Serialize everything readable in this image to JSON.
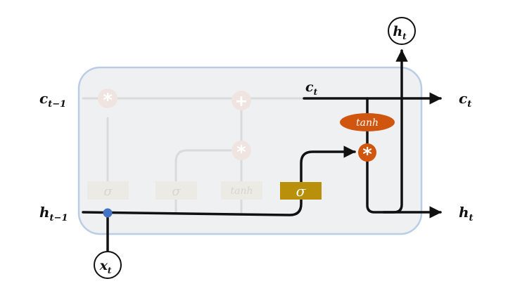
{
  "colors": {
    "cell_fill": "#eef0f2",
    "cell_border": "#b9cde6",
    "line": "#111111",
    "faded_line": "#d9dadb",
    "faded_gate_fill": "#ebeae4",
    "faded_op_fill": "#f0e4e0",
    "active_gate_fill": "#b8900b",
    "active_op_fill": "#d0550f",
    "input_dot": "#4472c4"
  },
  "labels": {
    "c_prev": {
      "base": "c",
      "sub": "t−1"
    },
    "h_prev": {
      "base": "h",
      "sub": "t−1"
    },
    "c_out": {
      "base": "c",
      "sub": "t"
    },
    "h_out": {
      "base": "h",
      "sub": "t"
    },
    "c_mid": {
      "base": "c",
      "sub": "t"
    },
    "h_top": {
      "base": "h",
      "sub": "t"
    },
    "x_in": {
      "base": "x",
      "sub": "t"
    }
  },
  "gates": {
    "faded_sigma_1": "σ",
    "faded_sigma_2": "σ",
    "faded_tanh": "tanh",
    "output_sigma": "σ",
    "cell_tanh": "tanh"
  },
  "ops": {
    "faded_multiply": "*",
    "faded_add": "+",
    "faded_multiply_2": "*",
    "output_multiply": "*"
  }
}
